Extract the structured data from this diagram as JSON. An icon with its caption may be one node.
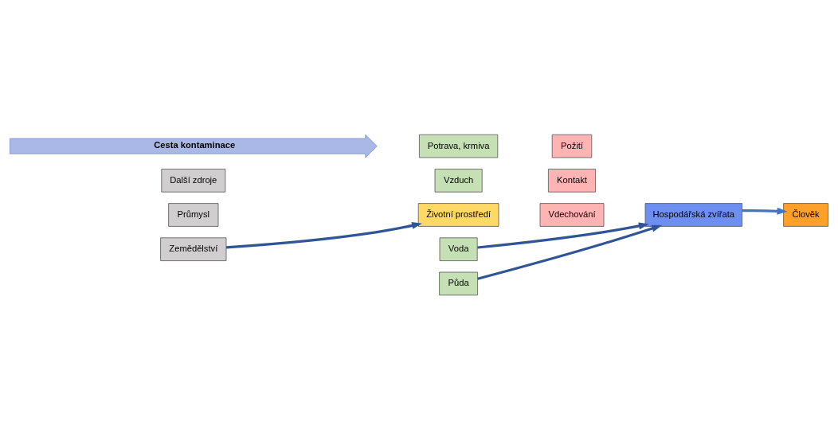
{
  "diagram": {
    "nodes": [
      {
        "text": [
          "Průmysl"
        ]
      },
      {
        "text": [
          "Zemědělství"
        ]
      },
      {
        "text": [
          "Další zdroje"
        ]
      },
      {
        "text": [
          "Životní prostředí"
        ]
      },
      {
        "text": [
          "Vzduch"
        ]
      },
      {
        "text": [
          "Potrava, krmiva"
        ]
      },
      {
        "text": [
          "Voda"
        ]
      },
      {
        "text": [
          "Půda"
        ]
      },
      {
        "text": [
          "Vdechování"
        ]
      },
      {
        "text": [
          "Kontakt"
        ]
      },
      {
        "text": [
          "Požití"
        ]
      },
      {
        "text": [
          "Člověk"
        ]
      },
      {
        "text": [
          "Hospodářská zvířata"
        ]
      }
    ],
    "edges": [
      {
        "from": 1,
        "to": 3,
        "arrow": "to"
      },
      {
        "from": 6,
        "to": 12,
        "arrow": "to"
      },
      {
        "from": 7,
        "to": 12,
        "arrow": "to"
      },
      {
        "from": 12,
        "to": 11,
        "arrow": "to",
        "color": "#4472c4"
      }
    ],
    "labels": [
      "Cesta kontaminace"
    ]
  }
}
